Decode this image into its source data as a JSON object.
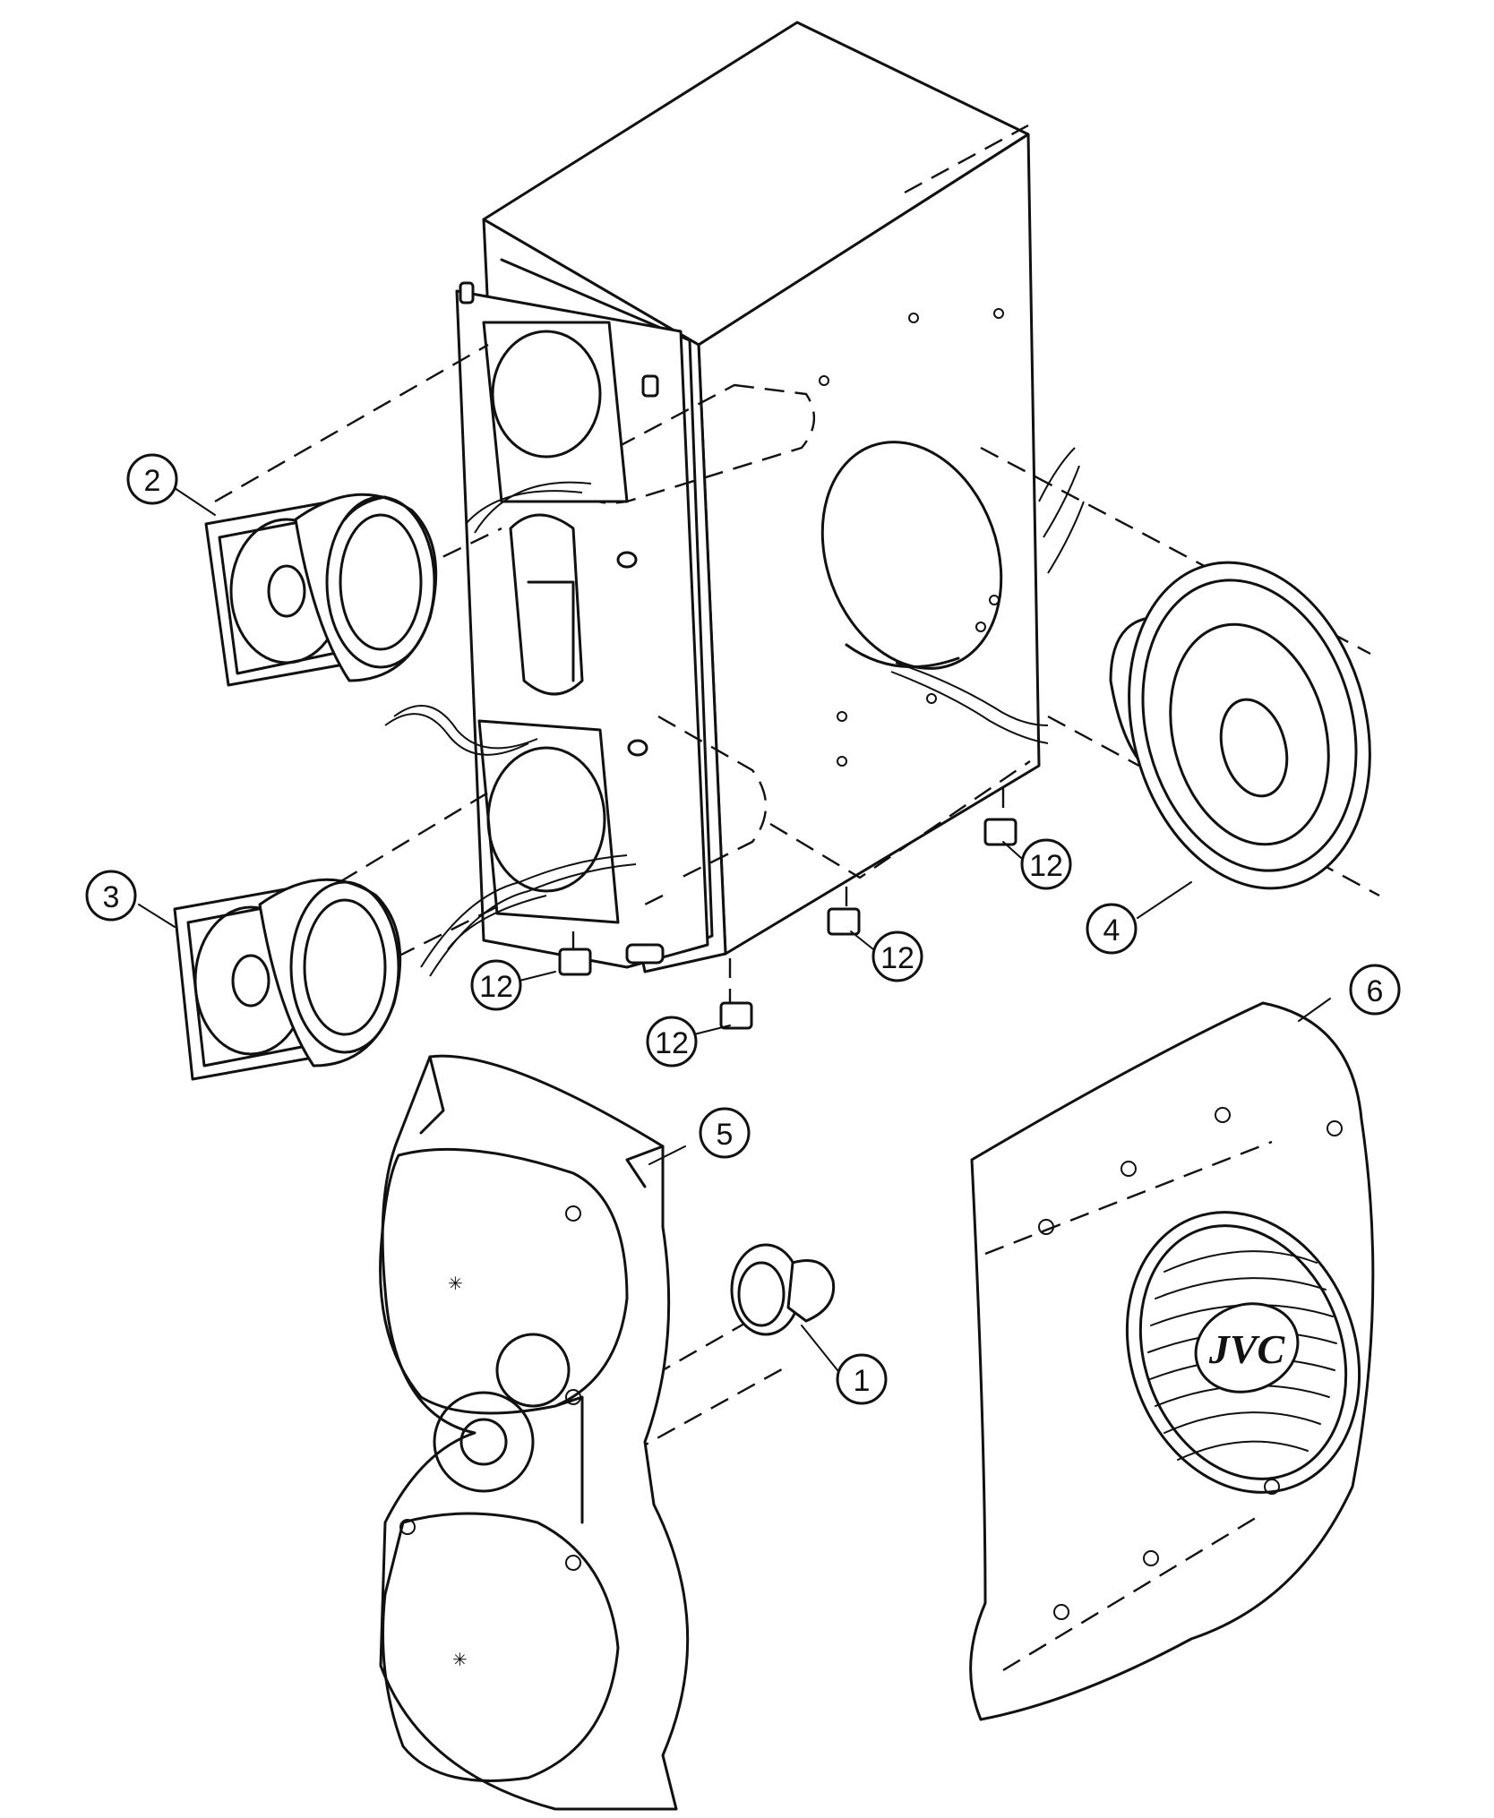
{
  "diagram": {
    "callouts": [
      {
        "id": "callout-1",
        "label": "1"
      },
      {
        "id": "callout-2",
        "label": "2"
      },
      {
        "id": "callout-3",
        "label": "3"
      },
      {
        "id": "callout-4",
        "label": "4"
      },
      {
        "id": "callout-5",
        "label": "5"
      },
      {
        "id": "callout-6",
        "label": "6"
      },
      {
        "id": "callout-12a",
        "label": "12"
      },
      {
        "id": "callout-12b",
        "label": "12"
      },
      {
        "id": "callout-12c",
        "label": "12"
      },
      {
        "id": "callout-12d",
        "label": "12"
      }
    ],
    "grille_logo": "JVC"
  }
}
